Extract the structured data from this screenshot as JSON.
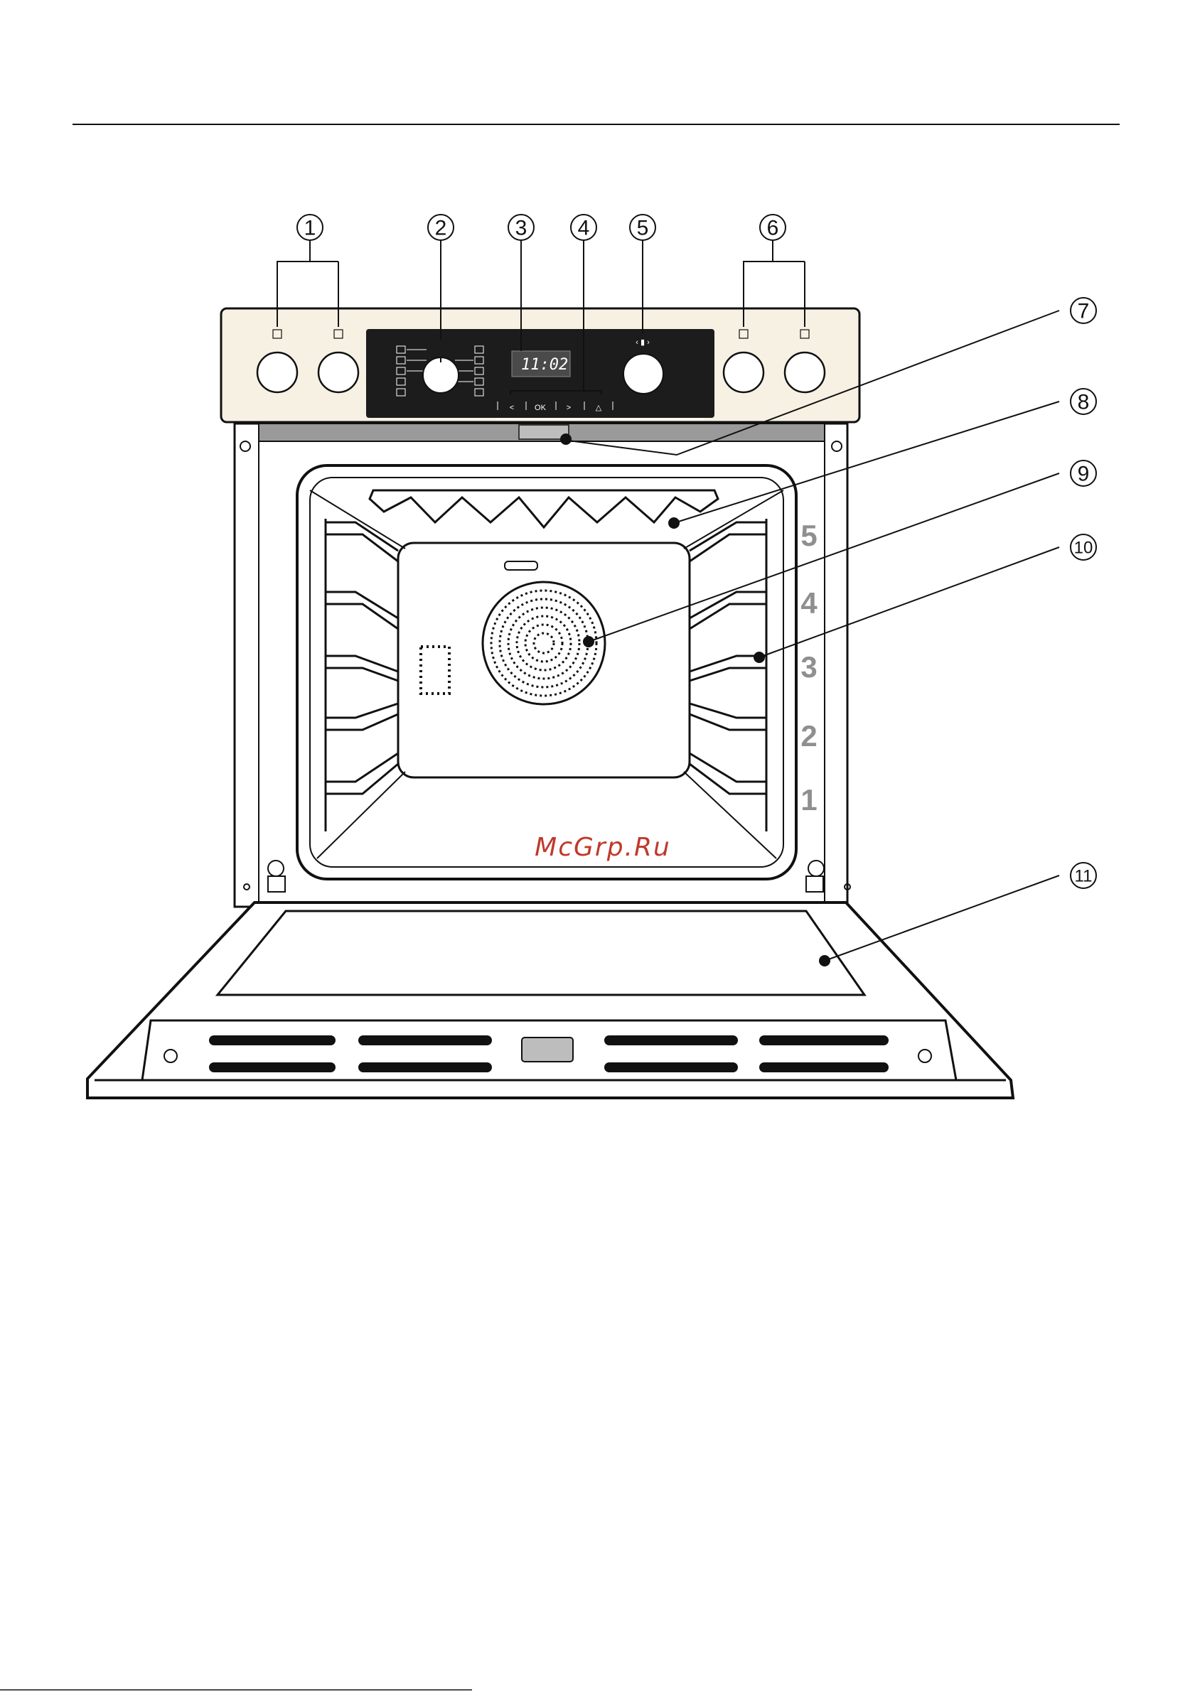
{
  "callouts": [
    "1",
    "2",
    "3",
    "4",
    "5",
    "6",
    "7",
    "8",
    "9",
    "10",
    "11"
  ],
  "shelf_levels": [
    "5",
    "4",
    "3",
    "2",
    "1"
  ],
  "display": {
    "time": "11:02"
  },
  "keys": {
    "left": "<",
    "ok": "OK",
    "right": ">",
    "alarm": "△"
  },
  "watermark": "McGrp.Ru",
  "colors": {
    "ink": "#111111",
    "panel": "#1c1c1c",
    "shelf_number": "#8f8f8f",
    "watermark": "#c0392b",
    "housing": "#f7f1e3"
  }
}
